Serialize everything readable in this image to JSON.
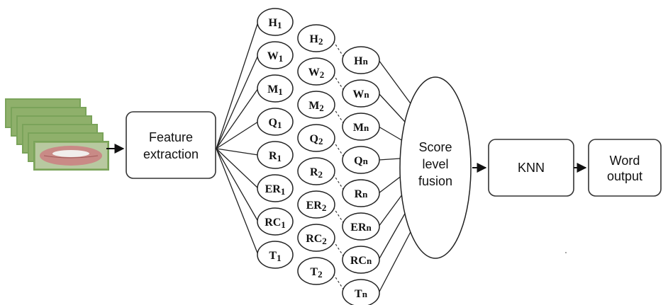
{
  "boxes": {
    "feature_extraction": "Feature\nextraction",
    "score_fusion": "Score\nlevel\nfusion",
    "knn": "KNN",
    "word_output": "Word\noutput"
  },
  "columns": [
    {
      "subscript": "1",
      "nodes": [
        "H",
        "W",
        "M",
        "Q",
        "R",
        "ER",
        "RC",
        "T"
      ]
    },
    {
      "subscript": "2",
      "nodes": [
        "H",
        "W",
        "M",
        "Q",
        "R",
        "ER",
        "RC",
        "T"
      ]
    },
    {
      "subscript": "n",
      "nodes": [
        "H",
        "W",
        "M",
        "Q",
        "R",
        "ER",
        "RC",
        "T"
      ]
    }
  ],
  "colors": {
    "lip_tone": "#c98a86",
    "frame_border": "#7aa35a",
    "stroke": "#222222"
  }
}
